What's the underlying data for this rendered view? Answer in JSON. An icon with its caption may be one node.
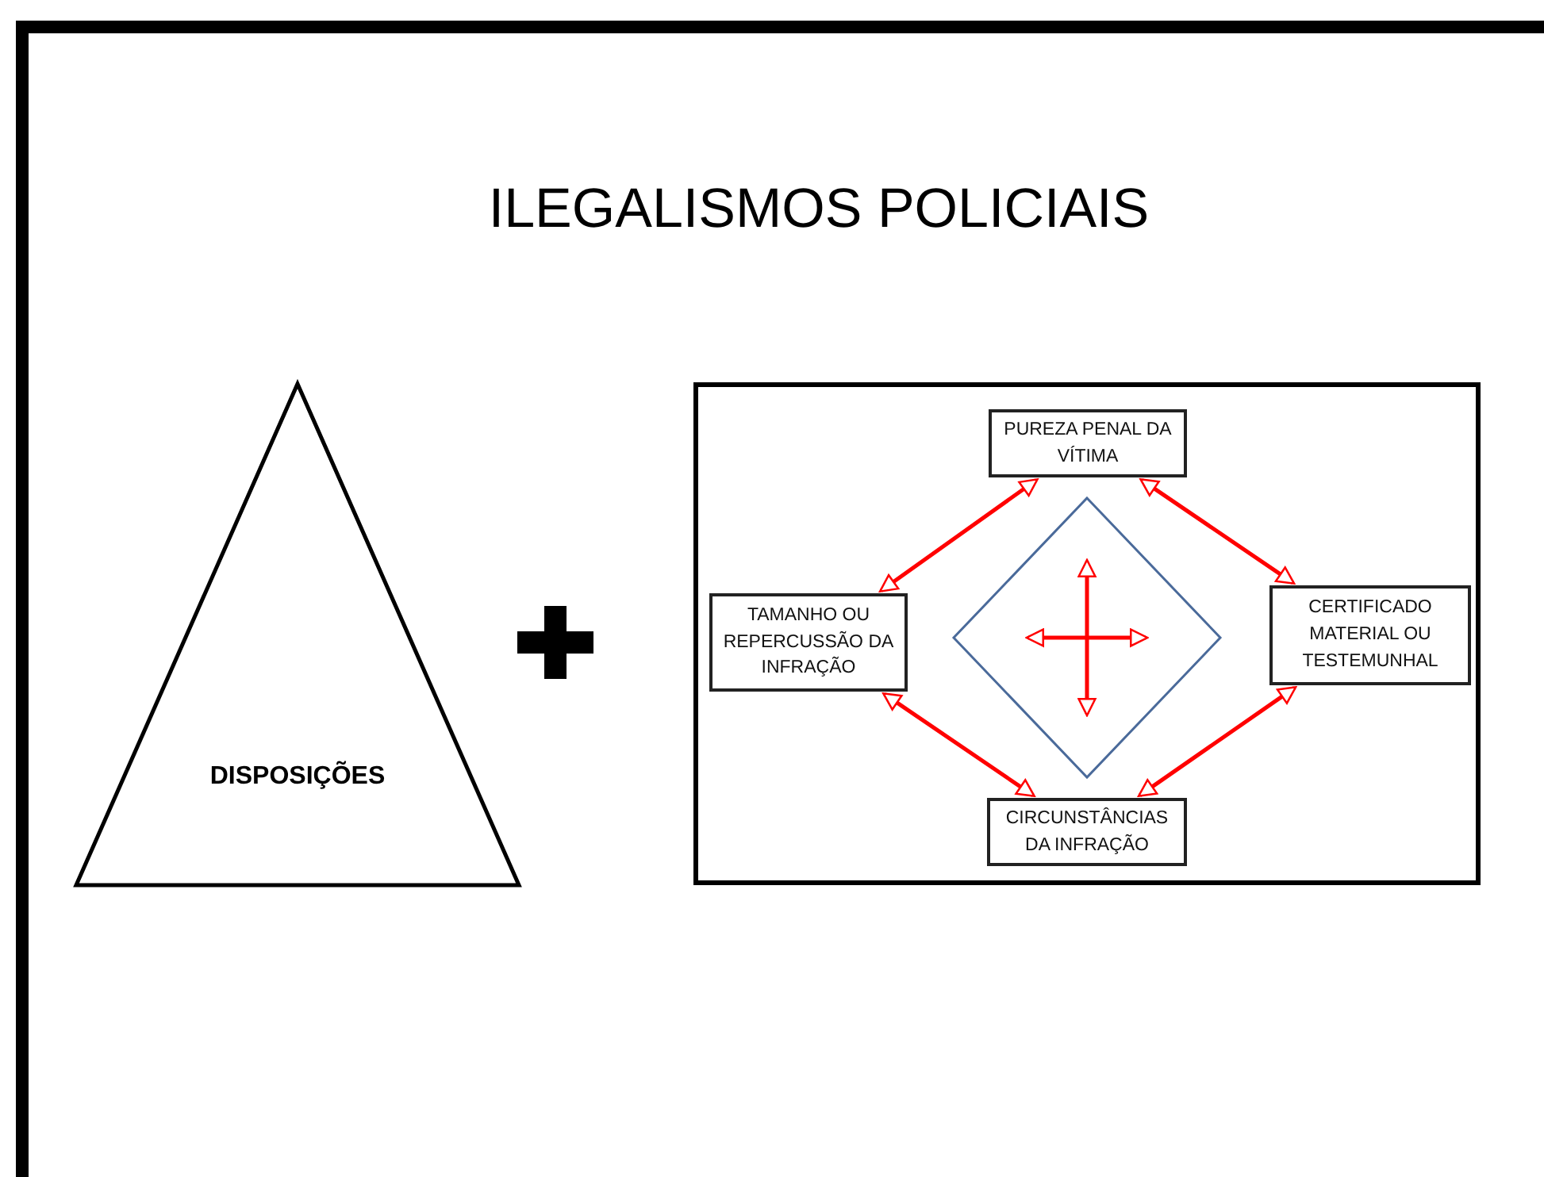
{
  "diagram": {
    "title": "ILEGALISMOS POLICIAIS",
    "nodes": [
      {
        "text": [
          "DISPOSIÇÕES"
        ]
      },
      {
        "text": [],
        "shape": "box"
      },
      {
        "text": [
          "PUREZA PENAL DA VÍTIMA"
        ],
        "in": 1
      },
      {
        "text": [
          "TAMANHO OU REPERCUSSÃO DA INFRAÇÃO"
        ],
        "in": 1
      },
      {
        "text": [
          "CERTIFICADO MATERIAL OU TESTEMUNHAL"
        ],
        "in": 1
      },
      {
        "text": [],
        "shape": "diamond",
        "in": 1
      },
      {
        "text": [
          "CIRCUNSTÂNCIAS DA INFRAÇÃO"
        ],
        "in": 1
      }
    ],
    "edges": [
      {
        "from": 2,
        "to": 3,
        "arrow": "both"
      },
      {
        "from": 2,
        "to": 4,
        "arrow": "both"
      },
      {
        "from": 6,
        "to": 3,
        "arrow": "both"
      },
      {
        "from": 6,
        "to": 4,
        "arrow": "both"
      }
    ]
  }
}
